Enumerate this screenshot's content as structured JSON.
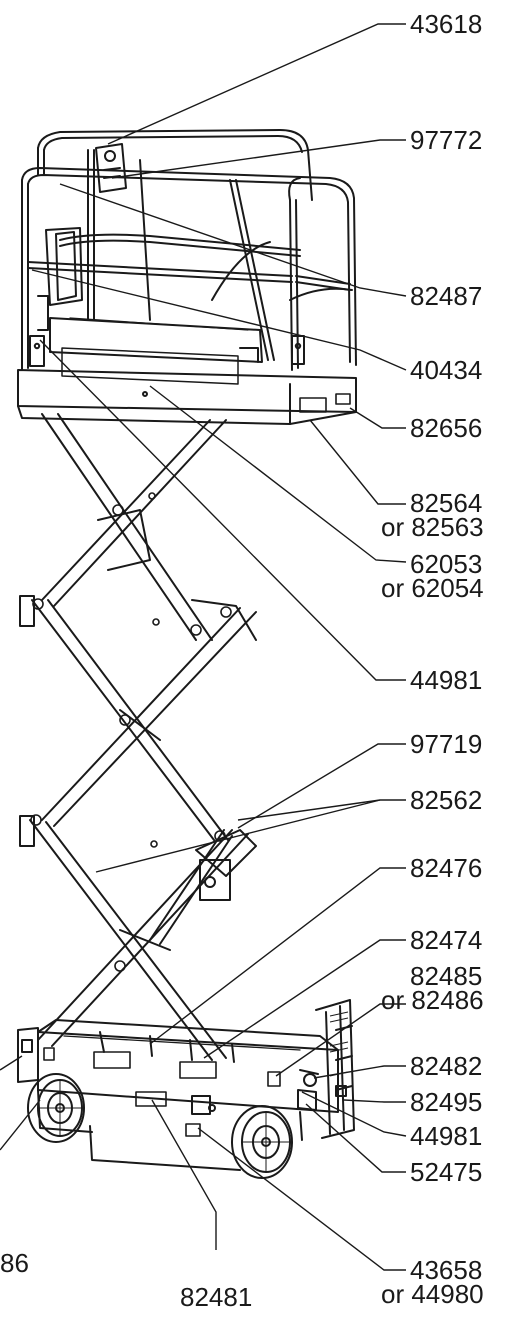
{
  "labels": {
    "l43618": "43618",
    "l97772": "97772",
    "l82487": "82487",
    "l40434": "40434",
    "l82656": "82656",
    "l82564": "82564",
    "l82563": "or 82563",
    "l62053": "62053",
    "l62054": "or 62054",
    "l44981a": "44981",
    "l97719": "97719",
    "l82562": "82562",
    "l82476": "82476",
    "l82474": "82474",
    "l82485": "82485",
    "l82486": "or 82486",
    "l82482": "82482",
    "l82495": "82495",
    "l44981b": "44981",
    "l52475": "52475",
    "l43658": "43658",
    "l44980": "or 44980",
    "l82481": "82481",
    "l86": "86"
  }
}
